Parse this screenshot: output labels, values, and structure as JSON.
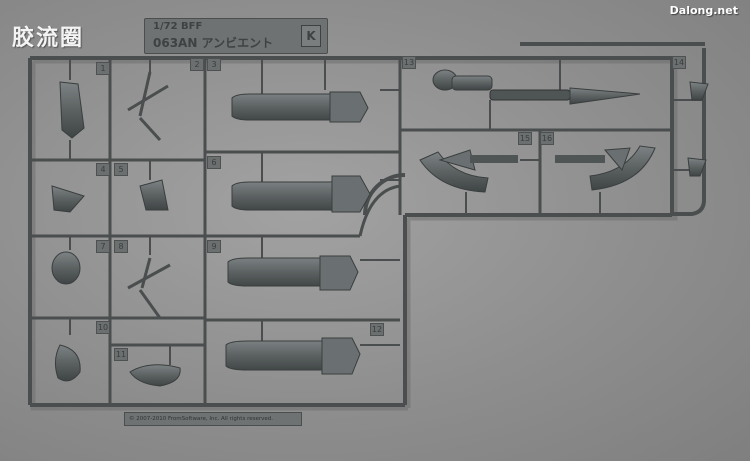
{
  "watermark": {
    "left": "胶流圈",
    "right": "Dalong.net"
  },
  "tag": {
    "line1": "1/72 BFF",
    "line2": "063AN アンビエント",
    "letter": "K"
  },
  "copyright": "© 2007-2010 FromSoftware, Inc. All rights reserved.",
  "part_numbers": [
    "1",
    "2",
    "3",
    "4",
    "5",
    "6",
    "7",
    "8",
    "9",
    "10",
    "11",
    "12",
    "13",
    "14",
    "15",
    "16"
  ],
  "colors": {
    "background": "#8e8e8e",
    "runner": "#4a4e4e",
    "part": "#5a5f60"
  }
}
